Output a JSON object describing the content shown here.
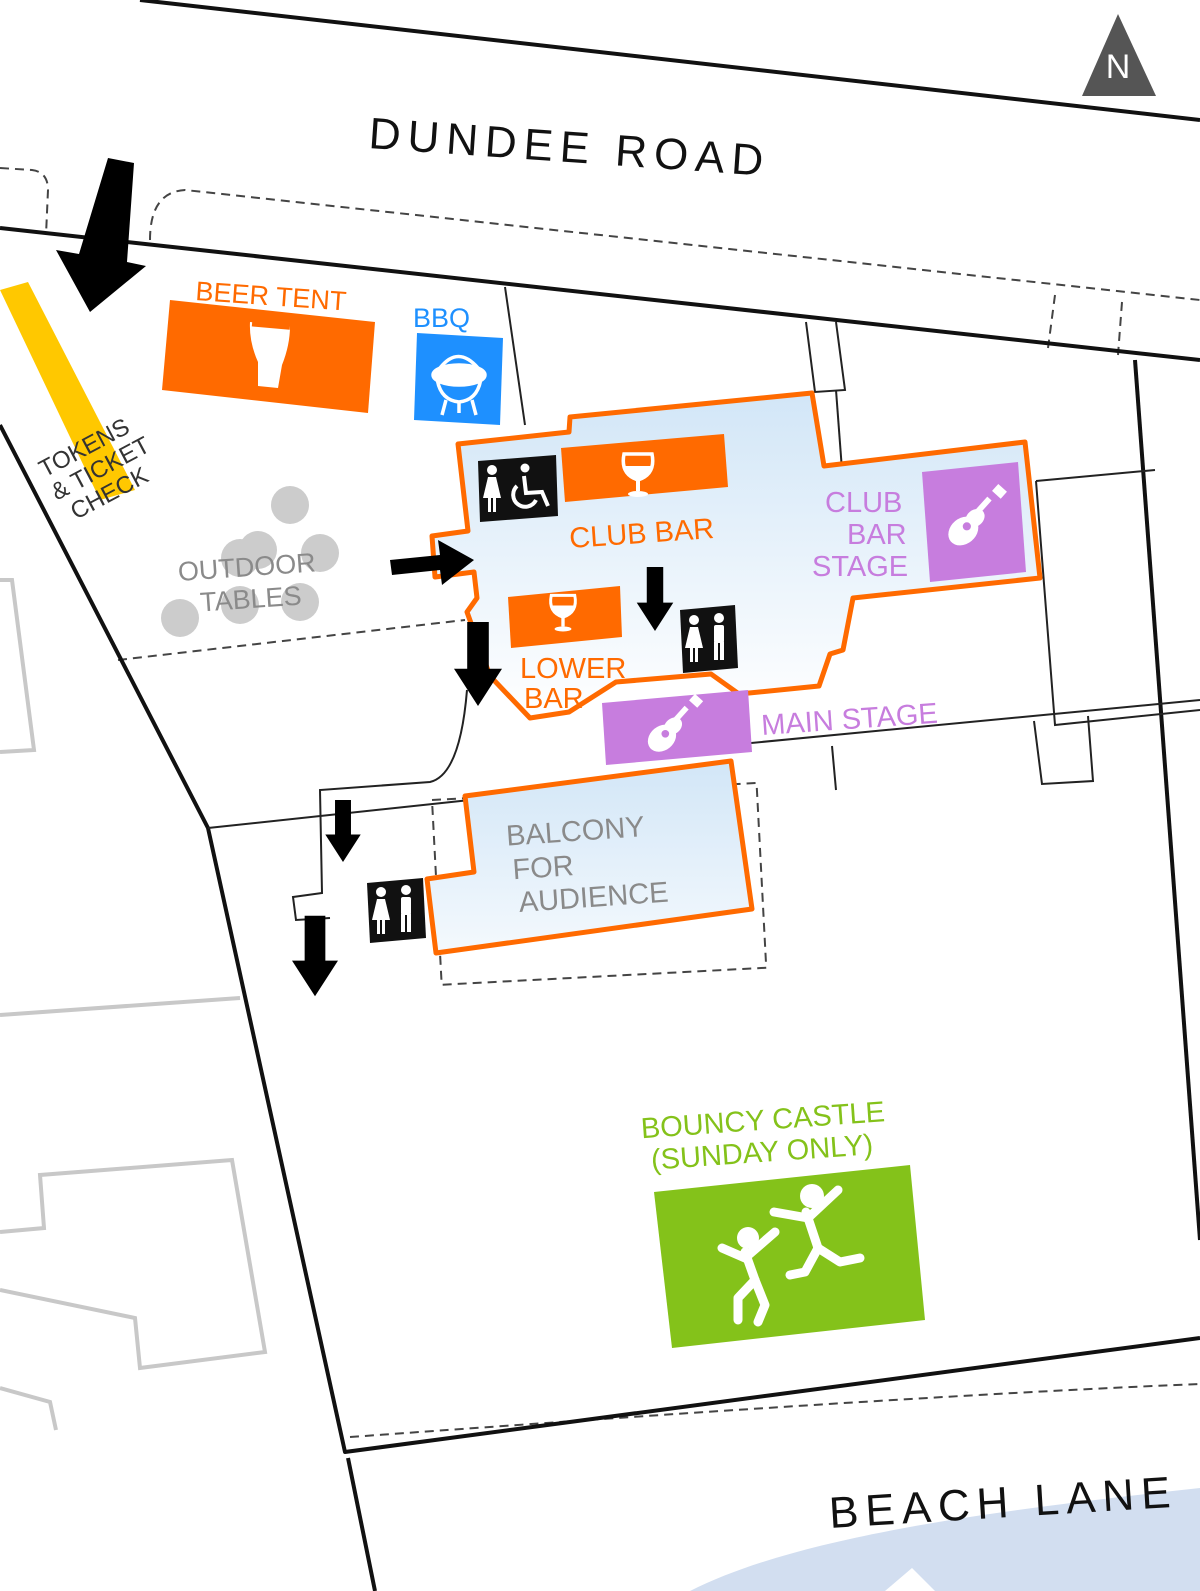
{
  "roads": {
    "north": "DUNDEE ROAD",
    "south": "BEACH LANE"
  },
  "compass": {
    "letter": "N"
  },
  "areas": {
    "beer_tent": "BEER TENT",
    "bbq": "BBQ",
    "tokens": [
      "TOKENS",
      "& TICKET",
      "CHECK"
    ],
    "outdoor_tables": [
      "OUTDOOR",
      "TABLES"
    ],
    "club_bar": "CLUB BAR",
    "club_bar_stage": [
      "CLUB",
      "BAR",
      "STAGE"
    ],
    "lower_bar": [
      "LOWER",
      "BAR"
    ],
    "main_stage": "MAIN STAGE",
    "balcony": [
      "BALCONY",
      "FOR",
      "AUDIENCE"
    ],
    "bouncy_castle": [
      "BOUNCY CASTLE",
      "(SUNDAY ONLY)"
    ]
  },
  "colors": {
    "orange": "#ff6a00",
    "blue": "#1e90ff",
    "purple": "#c77dde",
    "yellow": "#ffc800",
    "green": "#84c21a",
    "table_grey": "#cccccc",
    "building_fill": "#d7e8f7"
  },
  "icons": [
    "beer-glass-icon",
    "bbq-grill-icon",
    "wine-glass-icon",
    "guitar-icon",
    "toilet-icon",
    "accessible-icon",
    "kids-jumping-icon",
    "entry-arrow-icon",
    "compass-north-icon"
  ]
}
